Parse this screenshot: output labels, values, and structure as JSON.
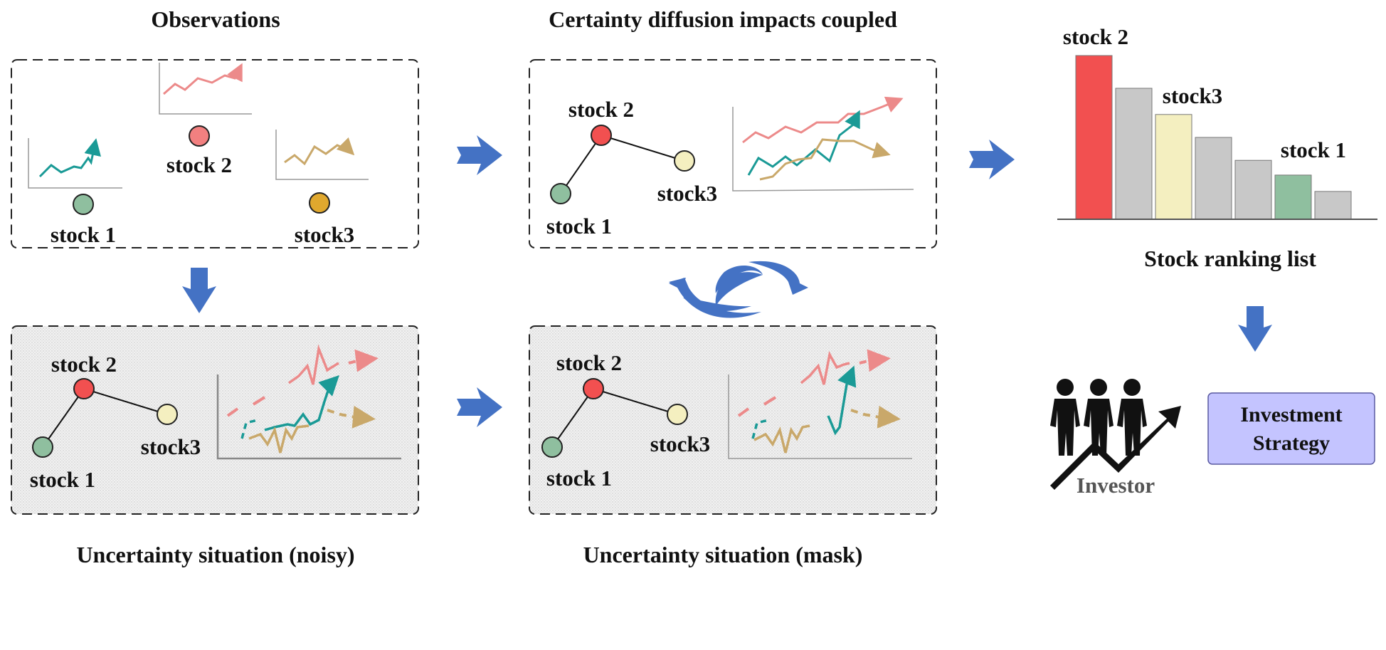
{
  "panels": {
    "observations": {
      "title": "Observations",
      "stock1": "stock 1",
      "stock2": "stock 2",
      "stock3": "stock3"
    },
    "certainty": {
      "title": "Certainty diffusion impacts coupled",
      "stock1": "stock 1",
      "stock2": "stock 2",
      "stock3": "stock3"
    },
    "noisy": {
      "title": "Uncertainty situation (noisy)",
      "stock1": "stock 1",
      "stock2": "stock 2",
      "stock3": "stock3"
    },
    "mask": {
      "title": "Uncertainty situation (mask)",
      "stock1": "stock 1",
      "stock2": "stock 2",
      "stock3": "stock3"
    }
  },
  "ranking": {
    "title": "Stock ranking list",
    "labels": {
      "first": "stock 2",
      "third": "stock3",
      "sixth": "stock 1"
    },
    "values": [
      100,
      80,
      64,
      50,
      36,
      27,
      17
    ]
  },
  "investor": {
    "label": "Investor"
  },
  "strategy": {
    "line1": "Investment",
    "line2": "Strategy"
  },
  "colors": {
    "stock1": "#8fbf9f",
    "stock2": "#f25050",
    "stock3_observed": "#e0a82e",
    "stock3": "#f4efc0",
    "bar_gray": "#c8c8c8",
    "arrow": "#4472c4",
    "strategy_box": "#c4c4ff",
    "line_red": "#ec8a8a",
    "line_teal": "#1a9a96",
    "line_tan": "#c9a86a"
  }
}
